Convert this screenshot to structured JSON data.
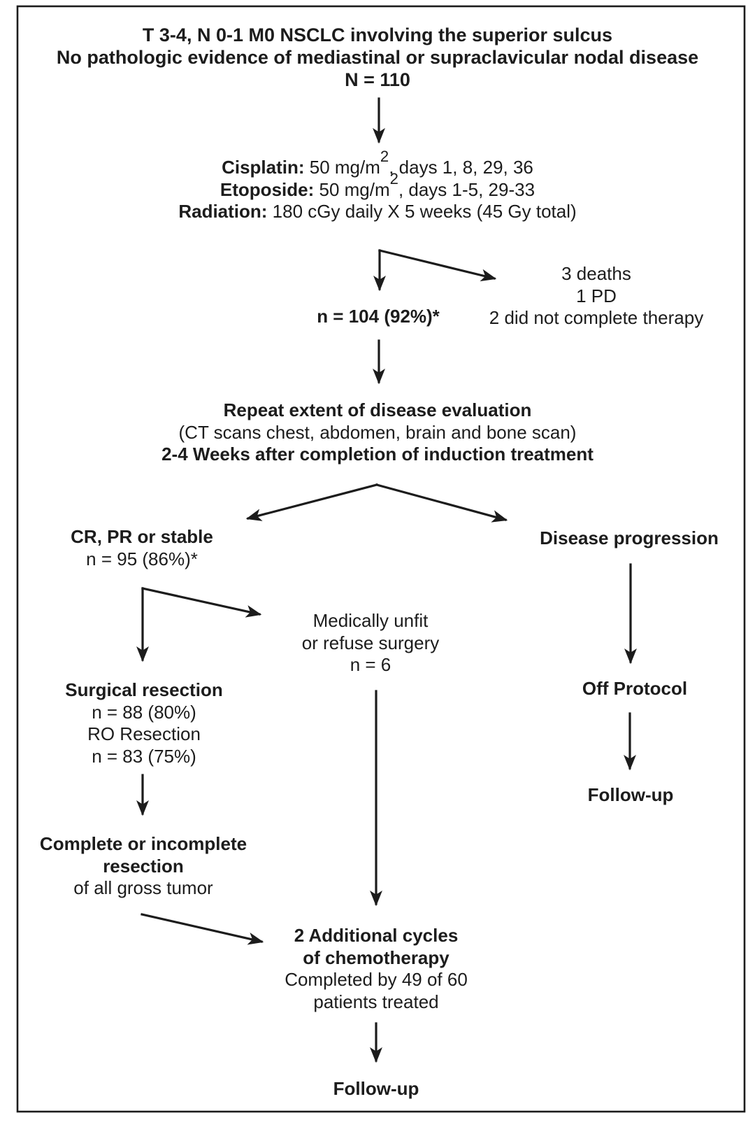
{
  "title": {
    "line1": "T 3-4, N 0-1 M0 NSCLC involving the superior sulcus",
    "line2": "No pathologic evidence of mediastinal or supraclavicular nodal disease",
    "n": "N = 110"
  },
  "induction": {
    "rows": [
      {
        "label": "Cisplatin:",
        "pre": " 50 mg/m",
        "sup": "2",
        "post": ", days 1, 8, 29, 36"
      },
      {
        "label": "Etoposide:",
        "pre": " 50 mg/m",
        "sup": "2",
        "post": ", days 1-5, 29-33"
      },
      {
        "label": "Radiation:",
        "pre": " 180 cGy daily X 5 weeks (45 Gy total)",
        "sup": "",
        "post": ""
      }
    ]
  },
  "post_induction": {
    "n": "n = 104 (92%)*",
    "exclusions": [
      "3 deaths",
      "1 PD",
      "2 did not complete therapy"
    ]
  },
  "evaluation": {
    "line1": "Repeat extent of disease evaluation",
    "line2": "(CT scans chest, abdomen, brain and bone scan)",
    "line3": "2-4 Weeks after completion of induction treatment"
  },
  "response": {
    "line1": "CR, PR or stable",
    "n": "n = 95 (86%)*"
  },
  "progression": {
    "label": "Disease progression",
    "off_protocol": "Off Protocol",
    "follow_up": "Follow-up"
  },
  "unfit": {
    "line1": "Medically unfit",
    "line2": "or refuse surgery",
    "n": "n = 6"
  },
  "surgery": {
    "line1": "Surgical resection",
    "n1": "n = 88 (80%)",
    "line3": "RO Resection",
    "n2": "n = 83 (75%)"
  },
  "resection": {
    "line1": "Complete or incomplete",
    "line2": "resection",
    "line3": "of all gross tumor"
  },
  "chemo2": {
    "line1": "2 Additional cycles",
    "line2": "of chemotherapy",
    "line3": "Completed by 49 of 60",
    "line4": "patients treated"
  },
  "final_follow_up": "Follow-up",
  "colors": {
    "text": "#1c1c1c",
    "line": "#1c1c1c",
    "background": "#ffffff"
  }
}
